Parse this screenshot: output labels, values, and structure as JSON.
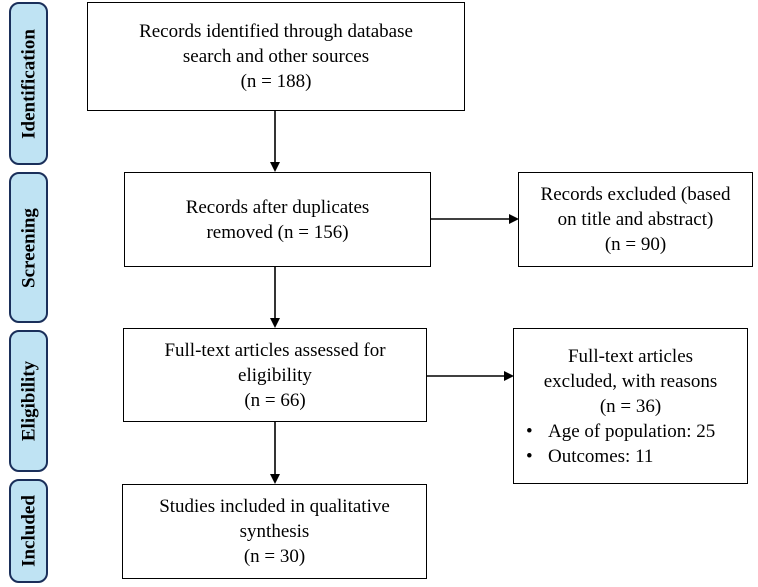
{
  "phases": {
    "identification": "Identification",
    "screening": "Screening",
    "eligibility": "Eligibility",
    "included": "Included"
  },
  "boxes": {
    "identified": {
      "line1": "Records identified through database",
      "line2": "search and other sources",
      "count": "(n = 188)"
    },
    "after_duplicates": {
      "line1": "Records after duplicates",
      "line2": "removed (n = 156)"
    },
    "excluded_title": {
      "line1": "Records excluded (based",
      "line2": "on title and abstract)",
      "count": "(n = 90)"
    },
    "fulltext_assessed": {
      "line1": "Full-text articles assessed for",
      "line2": "eligibility",
      "count": "(n = 66)"
    },
    "fulltext_excluded": {
      "line1": "Full-text articles",
      "line2": "excluded, with reasons",
      "count": "(n = 36)",
      "reasons": [
        "Age of population: 25",
        "Outcomes: 11"
      ]
    },
    "included": {
      "line1": "Studies included in qualitative",
      "line2": "synthesis",
      "count": "(n = 30)"
    }
  },
  "colors": {
    "phase_fill": "#bfe3f3",
    "phase_border": "#1a2f5a"
  }
}
